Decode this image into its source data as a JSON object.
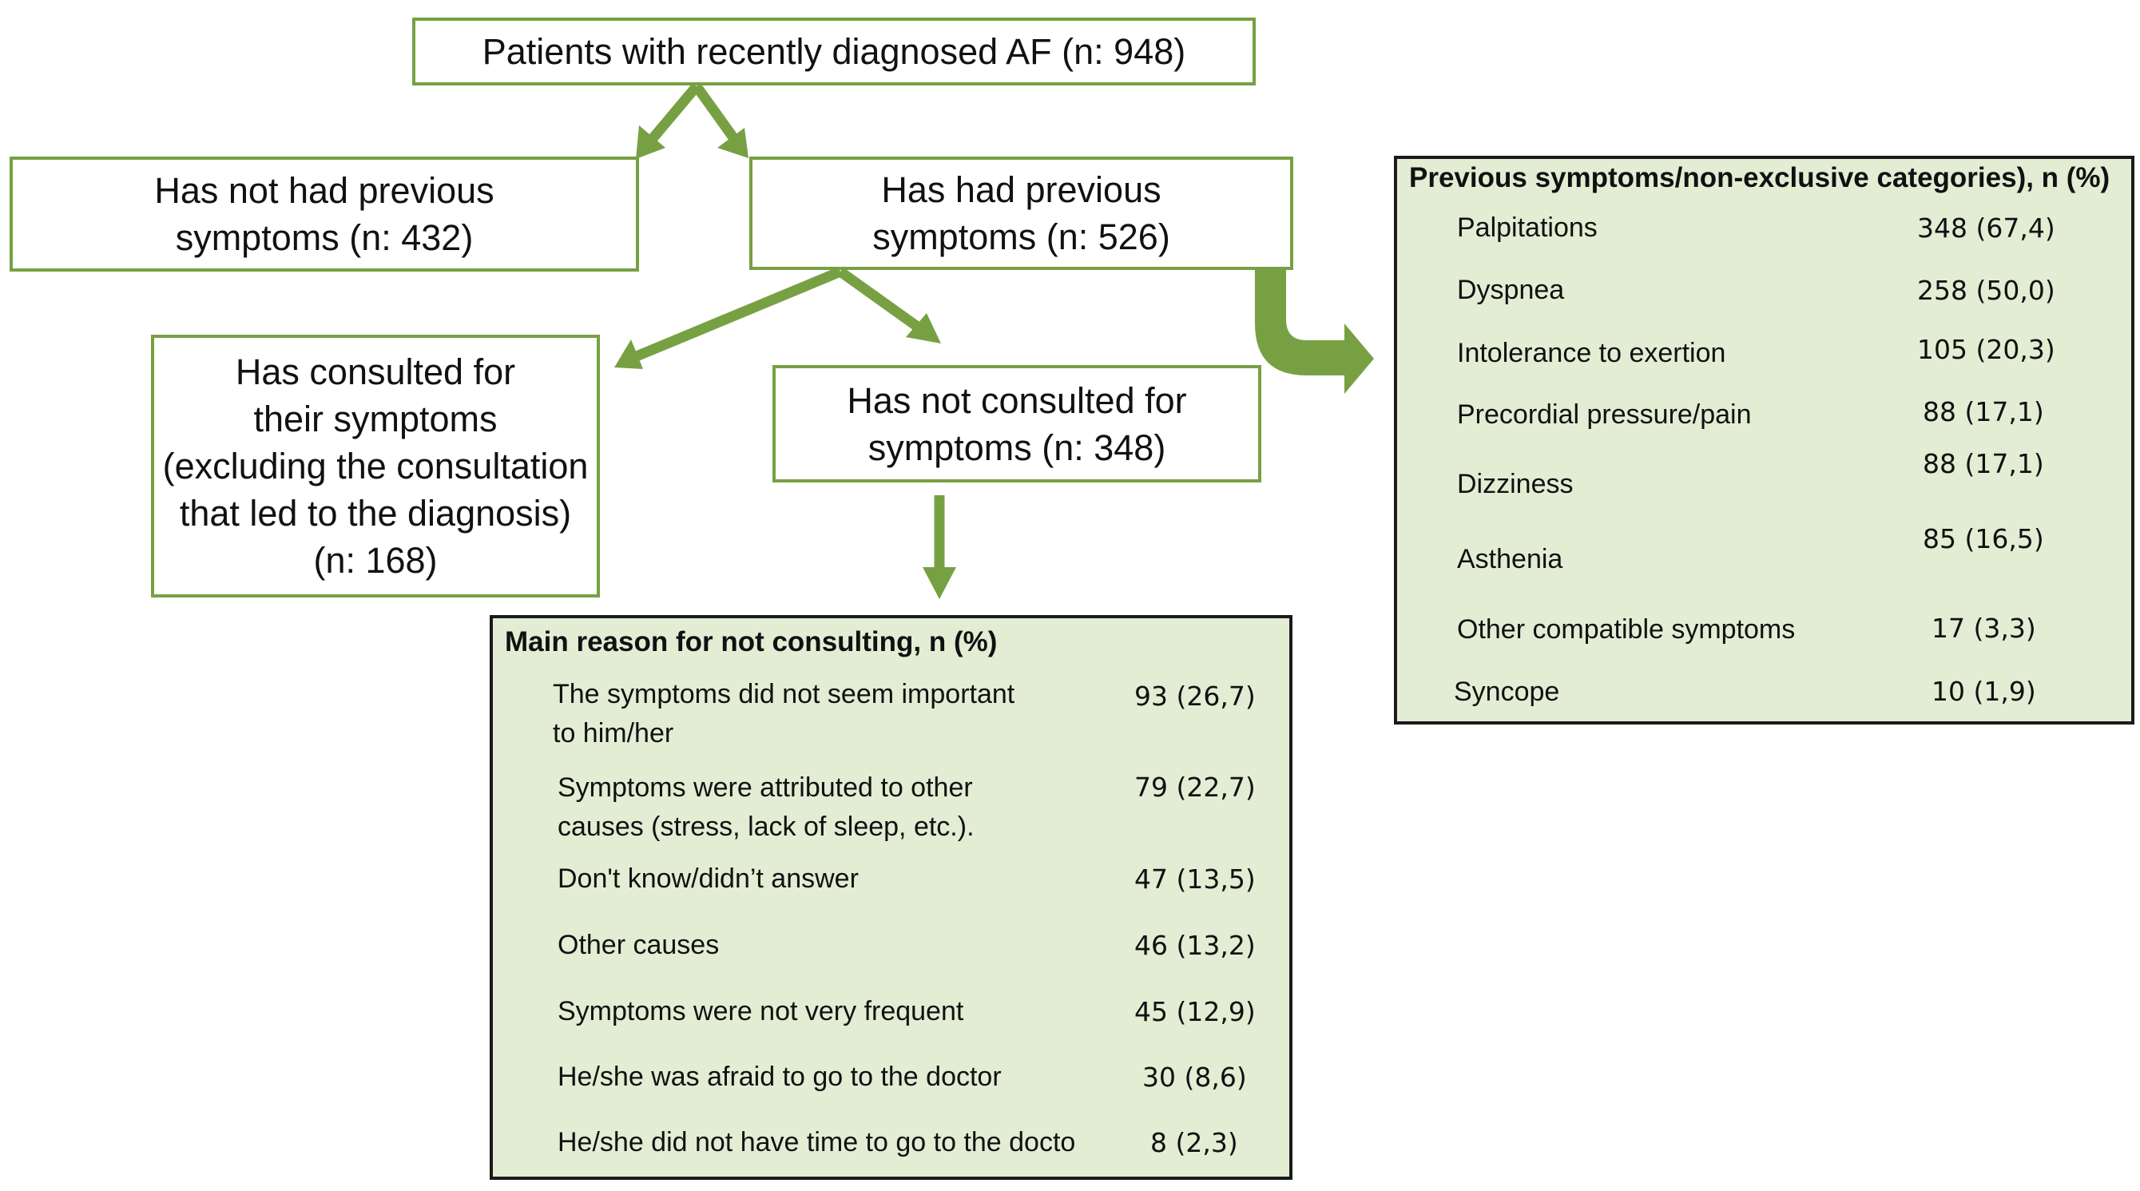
{
  "colors": {
    "accent": "#77a043",
    "panel_fill": "#e3edd4",
    "panel_border": "#1a1a1a"
  },
  "nodes": {
    "root": "Patients with recently diagnosed AF (n: 948)",
    "no_symptoms": [
      "Has not had previous",
      "symptoms (n: 432)"
    ],
    "had_symptoms": [
      "Has had previous",
      "symptoms (n: 526)"
    ],
    "consulted": [
      "Has consulted for",
      "their symptoms",
      "(excluding the consultation",
      "that led to the diagnosis)",
      "(n: 168)"
    ],
    "not_consulted": [
      "Has not consulted for",
      "symptoms (n: 348)"
    ]
  },
  "symptoms_table": {
    "title": "Previous symptoms/non-exclusive categories), n (%)",
    "rows": [
      {
        "label": "Palpitations",
        "value": "348 (67,4)"
      },
      {
        "label": "Dyspnea",
        "value": "258 (50,0)"
      },
      {
        "label": "Intolerance to exertion",
        "value": "105 (20,3)"
      },
      {
        "label": "Precordial pressure/pain",
        "value": "88 (17,1)"
      },
      {
        "label": "Dizziness",
        "value": "88 (17,1)"
      },
      {
        "label": "Asthenia",
        "value": "85 (16,5)"
      },
      {
        "label": "Other compatible symptoms",
        "value": "17 (3,3)"
      },
      {
        "label": "Syncope",
        "value": "10 (1,9)"
      }
    ]
  },
  "reasons_table": {
    "title": "Main reason for not consulting, n (%)",
    "rows": [
      {
        "label": [
          "The symptoms did not seem important",
          "to him/her"
        ],
        "value": "93 (26,7)"
      },
      {
        "label": [
          "Symptoms were attributed to other",
          "causes (stress, lack of sleep, etc.)."
        ],
        "value": "79 (22,7)"
      },
      {
        "label": [
          "Don't know/didn’t answer"
        ],
        "value": "47 (13,5)"
      },
      {
        "label": [
          "Other causes"
        ],
        "value": "46 (13,2)"
      },
      {
        "label": [
          "Symptoms were not very frequent"
        ],
        "value": "45 (12,9)"
      },
      {
        "label": [
          "He/she was afraid to go to the doctor"
        ],
        "value": "30 (8,6)"
      },
      {
        "label": [
          "He/she did not have time to go to the docto"
        ],
        "value": "8 (2,3)"
      }
    ]
  }
}
